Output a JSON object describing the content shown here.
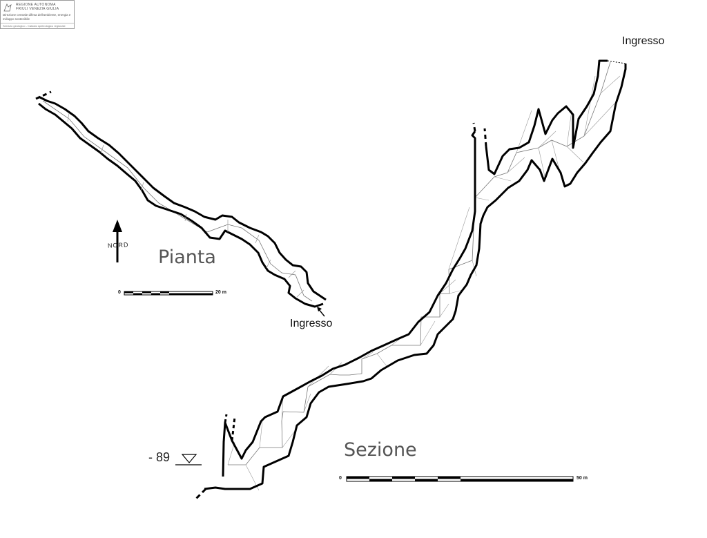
{
  "header": {
    "line1": "REGIONE AUTONOMA",
    "line2": "FRIULI VENEZIA GIULIA",
    "line3": "Direzione centrale difesa dell'ambiente, energia e sviluppo sostenibile",
    "line4": "Servizio geologico - Catasto speleologico regionale"
  },
  "plan": {
    "title": "Pianta",
    "entrance_label": "Ingresso",
    "north_label": "NORD",
    "scale": {
      "start_label": "0",
      "end_label": "20 m"
    }
  },
  "section": {
    "title": "Sezione",
    "entrance_label": "Ingresso",
    "depth_label": "- 89",
    "scale": {
      "start_label": "0",
      "end_label": "50 m"
    }
  }
}
